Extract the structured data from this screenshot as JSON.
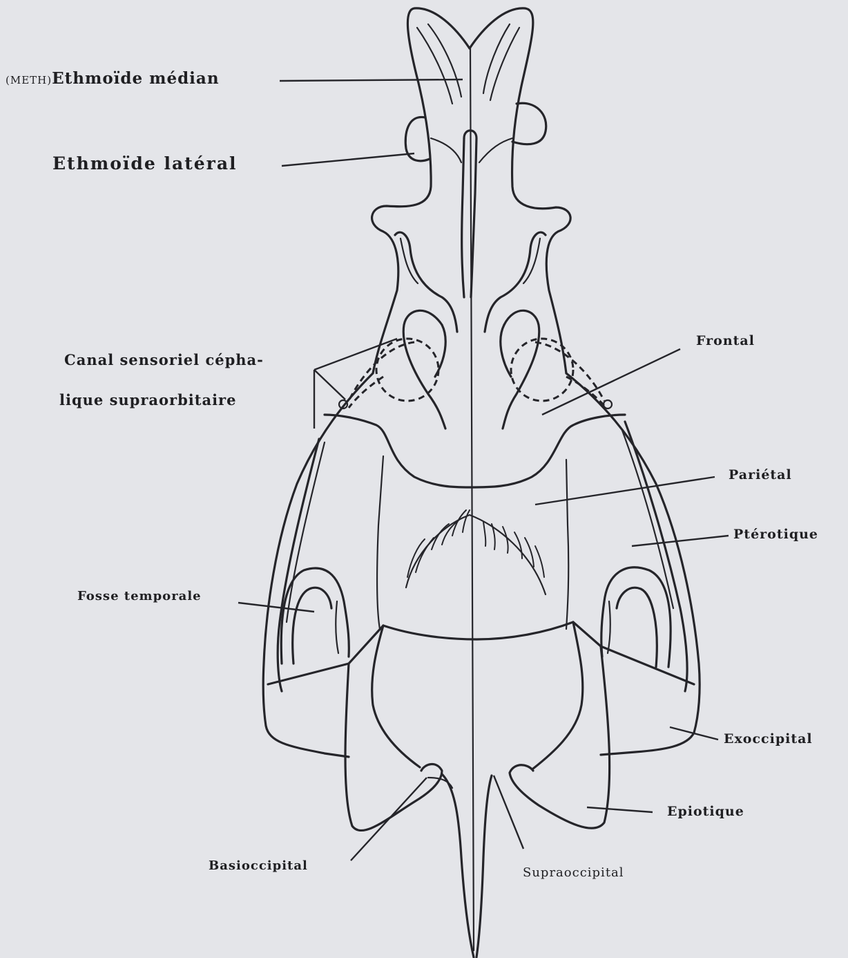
{
  "labels": {
    "meth_prefix": "(METH)",
    "ethmoide_median": "Ethmoïde médian",
    "ethmoide_lateral": "Ethmoïde latéral",
    "canal_line1": "Canal sensoriel cépha-",
    "canal_line2": "lique supraorbitaire",
    "frontal": "Frontal",
    "parietal": "Pariétal",
    "pterotique": "Ptérotique",
    "fosse_temporale": "Fosse temporale",
    "exoccipital": "Exoccipital",
    "epiotique": "Epiotique",
    "basioccipital": "Basioccipital",
    "supraoccipital": "Supraoccipital"
  },
  "colors": {
    "paper": "#e4e5e9",
    "ink": "#25252a"
  }
}
